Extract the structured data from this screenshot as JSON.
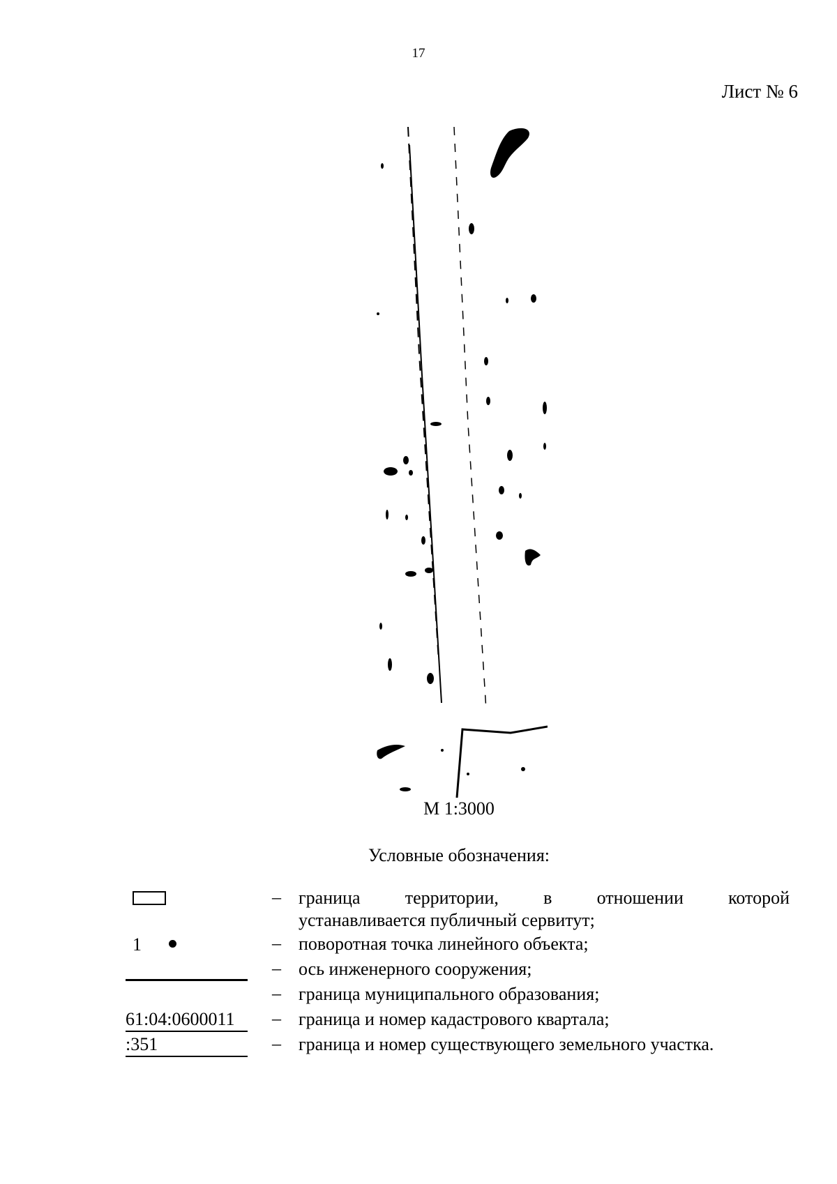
{
  "header": {
    "page_number": "17",
    "sheet_label": "Лист № 6"
  },
  "map": {
    "scale": "М 1:3000"
  },
  "legend": {
    "title": "Условные обозначения:",
    "dash": "–",
    "items": [
      {
        "symbol": "rectangle",
        "description_line1": "граница территории, в отношении которой",
        "description_line2": "устанавливается публичный сервитут;"
      },
      {
        "symbol": "point",
        "symbol_text": "1",
        "description": "поворотная точка линейного объекта;"
      },
      {
        "symbol": "none",
        "description": "ось инженерного сооружения;"
      },
      {
        "symbol": "solid-line",
        "description": "граница муниципального образования;"
      },
      {
        "symbol": "cadastral-quarter",
        "symbol_text": "61:04:0600011",
        "description": "граница и номер кадастрового квартала;"
      },
      {
        "symbol": "land-plot",
        "symbol_text": ":351",
        "description": "граница и номер существующего земельного участка."
      }
    ]
  }
}
